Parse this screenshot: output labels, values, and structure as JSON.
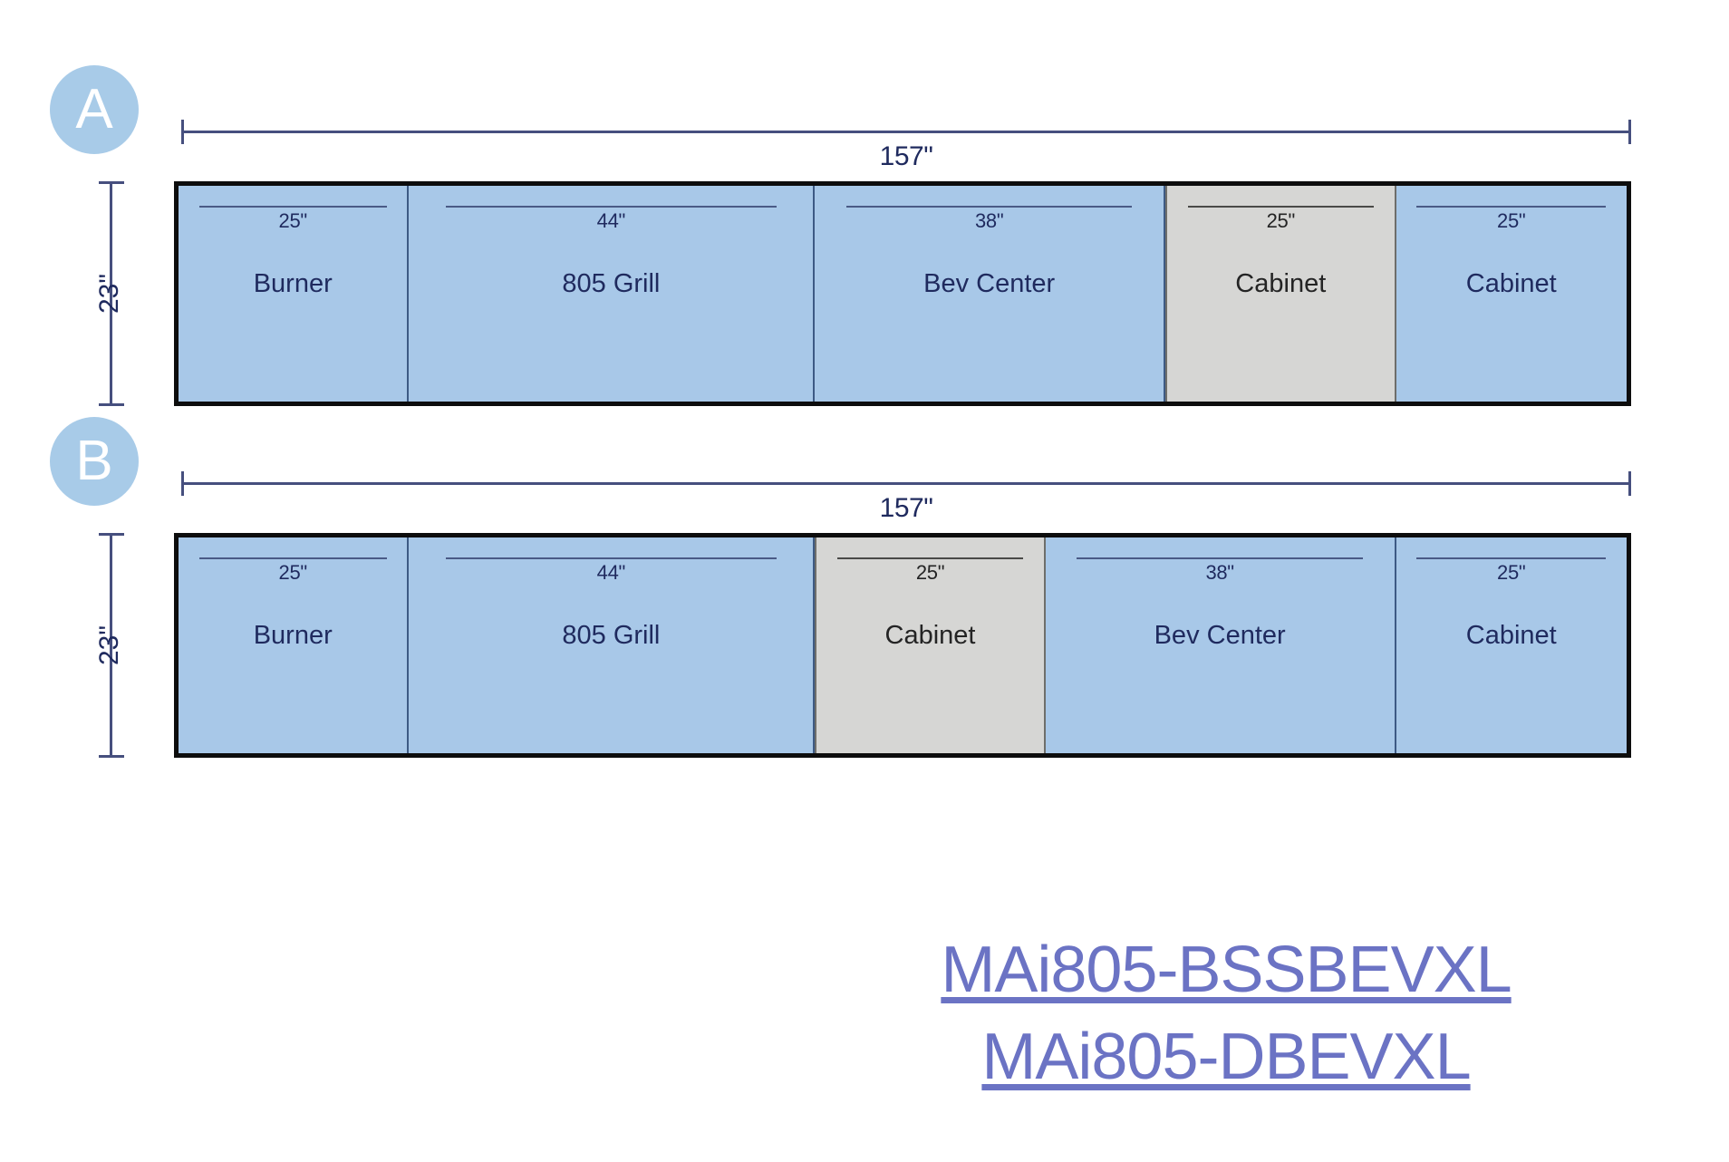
{
  "page": {
    "background": "#ffffff",
    "blue_fill": "#a8c8e8",
    "gray_fill": "#d6d6d4",
    "navy_text": "#1f2a5e",
    "link_color": "#6b73c4",
    "badge_color": "#a8cbe8",
    "outline_color": "#0d0d0d"
  },
  "diagrams": [
    {
      "badge": "A",
      "overall_width": "157\"",
      "height": "23\"",
      "segments": [
        {
          "dimension": "25\"",
          "label": "Burner",
          "fill": "blue",
          "width_in": 25
        },
        {
          "dimension": "44\"",
          "label": "805 Grill",
          "fill": "blue",
          "width_in": 44
        },
        {
          "dimension": "38\"",
          "label": "Bev Center",
          "fill": "blue",
          "width_in": 38
        },
        {
          "dimension": "25\"",
          "label": "Cabinet",
          "fill": "gray",
          "width_in": 25
        },
        {
          "dimension": "25\"",
          "label": "Cabinet",
          "fill": "blue",
          "width_in": 25
        }
      ]
    },
    {
      "badge": "B",
      "overall_width": "157\"",
      "height": "23\"",
      "segments": [
        {
          "dimension": "25\"",
          "label": "Burner",
          "fill": "blue",
          "width_in": 25
        },
        {
          "dimension": "44\"",
          "label": "805 Grill",
          "fill": "blue",
          "width_in": 44
        },
        {
          "dimension": "25\"",
          "label": "Cabinet",
          "fill": "gray",
          "width_in": 25
        },
        {
          "dimension": "38\"",
          "label": "Bev Center",
          "fill": "blue",
          "width_in": 38
        },
        {
          "dimension": "25\"",
          "label": "Cabinet",
          "fill": "blue",
          "width_in": 25
        }
      ]
    }
  ],
  "links": [
    {
      "text": "MAi805-BSSBEVXL"
    },
    {
      "text": "MAi805-DBEVXL"
    }
  ]
}
